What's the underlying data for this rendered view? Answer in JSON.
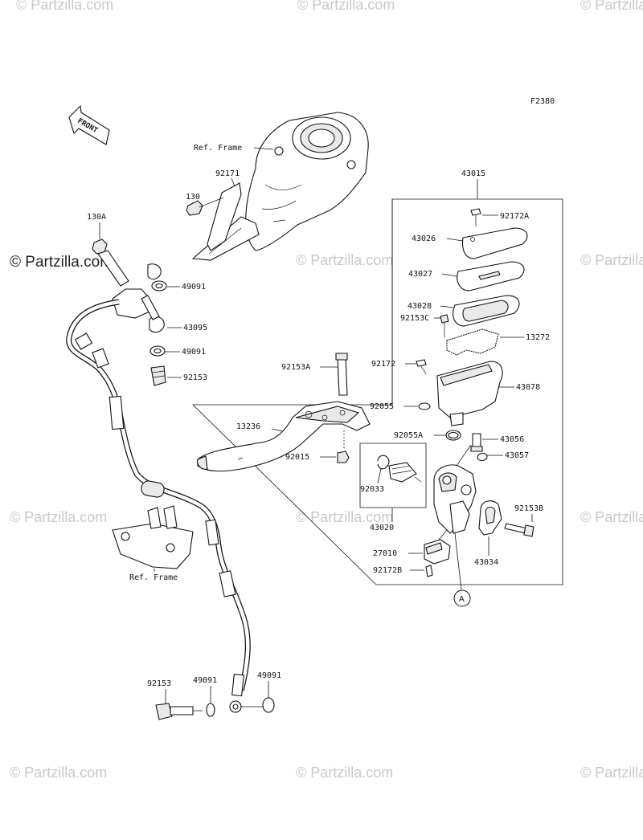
{
  "figure_code": "F2380",
  "front_arrow_label": "FRONT",
  "watermark_text": "© Partzilla.com",
  "circle_ref": "A",
  "labels": {
    "ref_frame_top": "Ref. Frame",
    "ref_frame_bottom": "Ref. Frame",
    "p92171": "92171",
    "p130": "130",
    "p130A": "130A",
    "p49091_a": "49091",
    "p43095": "43095",
    "p49091_b": "49091",
    "p92153_a": "92153",
    "p43015": "43015",
    "p92172A": "92172A",
    "p43026": "43026",
    "p43027": "43027",
    "p43028": "43028",
    "p92153C": "92153C",
    "p13272": "13272",
    "p92153A": "92153A",
    "p92172": "92172",
    "p43078": "43078",
    "p92055": "92055",
    "p13236": "13236",
    "p92055A": "92055A",
    "p43056": "43056",
    "p92015": "92015",
    "p43057": "43057",
    "p92033": "92033",
    "p92153B": "92153B",
    "p43020": "43020",
    "p27010": "27010",
    "p43034": "43034",
    "p92172B": "92172B",
    "p92153_b": "92153",
    "p49091_c": "49091",
    "p49091_d": "49091"
  }
}
